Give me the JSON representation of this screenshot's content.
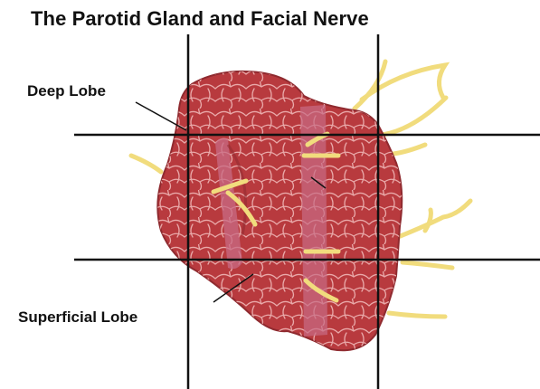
{
  "diagram": {
    "title": "The Parotid Gland and Facial Nerve",
    "labels": {
      "deep_lobe": "Deep Lobe",
      "superficial_lobe": "Superficial Lobe"
    },
    "colors": {
      "gland": "#b83a3e",
      "gland_dark": "#8f2a2f",
      "lobule_line": "#e9a9a9",
      "channel": "#c86b84",
      "nerve": "#f1dc7d",
      "grid_line": "#111111",
      "leader_line": "#111111",
      "text": "#111111"
    }
  }
}
